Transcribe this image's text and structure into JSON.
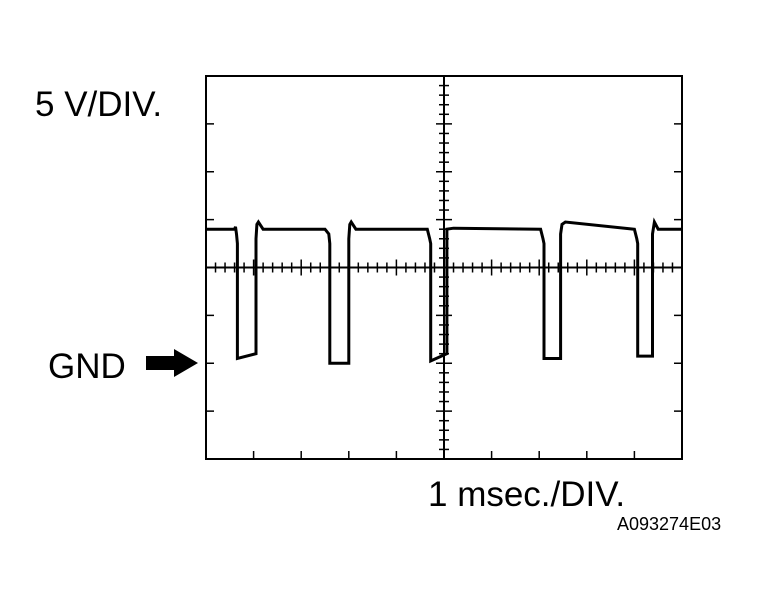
{
  "scope": {
    "volts_per_div_label": "5 V/DIV.",
    "time_per_div_label": "1 msec./DIV.",
    "ground_label": "GND",
    "figure_code": "A093274E03"
  },
  "chart_data": {
    "type": "line",
    "title": "",
    "xlabel": "1 msec./DIV.",
    "ylabel": "5 V/DIV.",
    "x_unit": "div",
    "y_unit": "div",
    "xlim": [
      0,
      10
    ],
    "ylim": [
      -4,
      4
    ],
    "grid": false,
    "center_crosshair": true,
    "ground_level_div": -2,
    "series": [
      {
        "x": [
          0,
          0.6,
          0.62,
          0.64,
          0.66,
          0.66,
          1.05,
          1.05,
          1.07,
          1.1,
          1.2,
          2.5,
          2.58,
          2.6,
          2.6,
          3.0,
          3.0,
          3.02,
          3.05,
          3.15,
          4.65,
          4.7,
          4.72,
          4.72,
          5.06,
          5.06,
          5.2,
          7.03,
          7.08,
          7.1,
          7.1,
          7.45,
          7.45,
          7.48,
          7.55,
          9.0,
          9.05,
          9.07,
          9.07,
          9.38,
          9.38,
          9.42,
          9.5,
          10
        ],
        "y": [
          0.8,
          0.8,
          0.85,
          0.7,
          0.5,
          -1.9,
          -1.8,
          0.6,
          0.9,
          0.95,
          0.8,
          0.8,
          0.7,
          0.5,
          -2.0,
          -2.0,
          0.6,
          0.9,
          0.95,
          0.8,
          0.8,
          0.6,
          0.5,
          -1.95,
          -1.8,
          0.8,
          0.82,
          0.8,
          0.6,
          0.5,
          -1.9,
          -1.9,
          0.7,
          0.9,
          0.95,
          0.8,
          0.6,
          0.5,
          -1.85,
          -1.85,
          0.7,
          0.95,
          0.8,
          0.8
        ]
      }
    ]
  }
}
